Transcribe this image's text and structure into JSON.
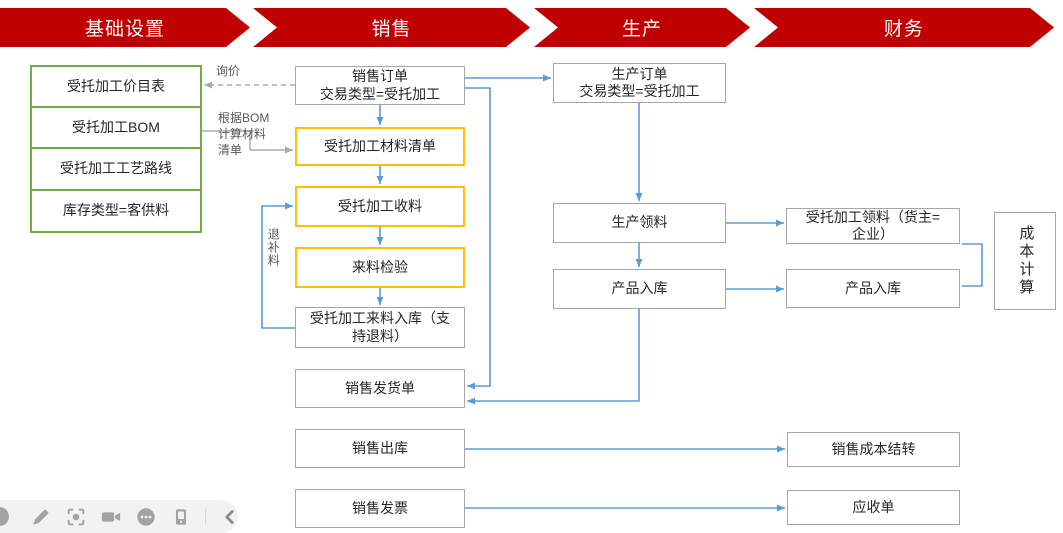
{
  "banners": [
    {
      "label": "基础设置"
    },
    {
      "label": "销售"
    },
    {
      "label": "生产"
    },
    {
      "label": "财务"
    }
  ],
  "nodes": {
    "price_list": {
      "label": "受托加工价目表"
    },
    "bom": {
      "label": "受托加工BOM"
    },
    "routing": {
      "label": "受托加工工艺路线"
    },
    "inventory_type": {
      "label": "库存类型=客供料"
    },
    "sales_order": {
      "label": "销售订单\n交易类型=受托加工"
    },
    "material_list": {
      "label": "受托加工材料清单"
    },
    "receiving": {
      "label": "受托加工收料"
    },
    "inspection": {
      "label": "来料检验"
    },
    "material_instock": {
      "label": "受托加工来料入库（支\n持退料）"
    },
    "delivery_note": {
      "label": "销售发货单"
    },
    "sales_outstock": {
      "label": "销售出库"
    },
    "sales_invoice": {
      "label": "销售发票"
    },
    "production_order": {
      "label": "生产订单\n交易类型=受托加工"
    },
    "production_picking": {
      "label": "生产领料"
    },
    "product_instock_production": {
      "label": "产品入库"
    },
    "consign_picking_finance": {
      "label": "受托加工领料（货主=\n企业）"
    },
    "product_instock_finance": {
      "label": "产品入库"
    },
    "cost_calc": {
      "label": "成本计算"
    },
    "sales_cost_carryover": {
      "label": "销售成本结转"
    },
    "receivable": {
      "label": "应收单"
    }
  },
  "edge_labels": {
    "inquiry": "询价",
    "bom_calc": "根据BOM\n计算材料\n清单",
    "return_refill": "退补料"
  },
  "toolbar": {
    "icons": [
      "partial-circle",
      "pen",
      "laser-pointer",
      "video-camera",
      "more",
      "mobile-remote",
      "collapse-left"
    ]
  },
  "colors": {
    "banner_red": "#C00000",
    "connector_blue": "#5B9BD5",
    "connector_gray": "#ABABAB",
    "box_green_border": "#70AD47",
    "box_yellow_border": "#FFC000",
    "box_gray_border": "#A6A6A6",
    "toolbar_bg": "#F2F2F2",
    "toolbar_icon": "#A3A3A3"
  }
}
